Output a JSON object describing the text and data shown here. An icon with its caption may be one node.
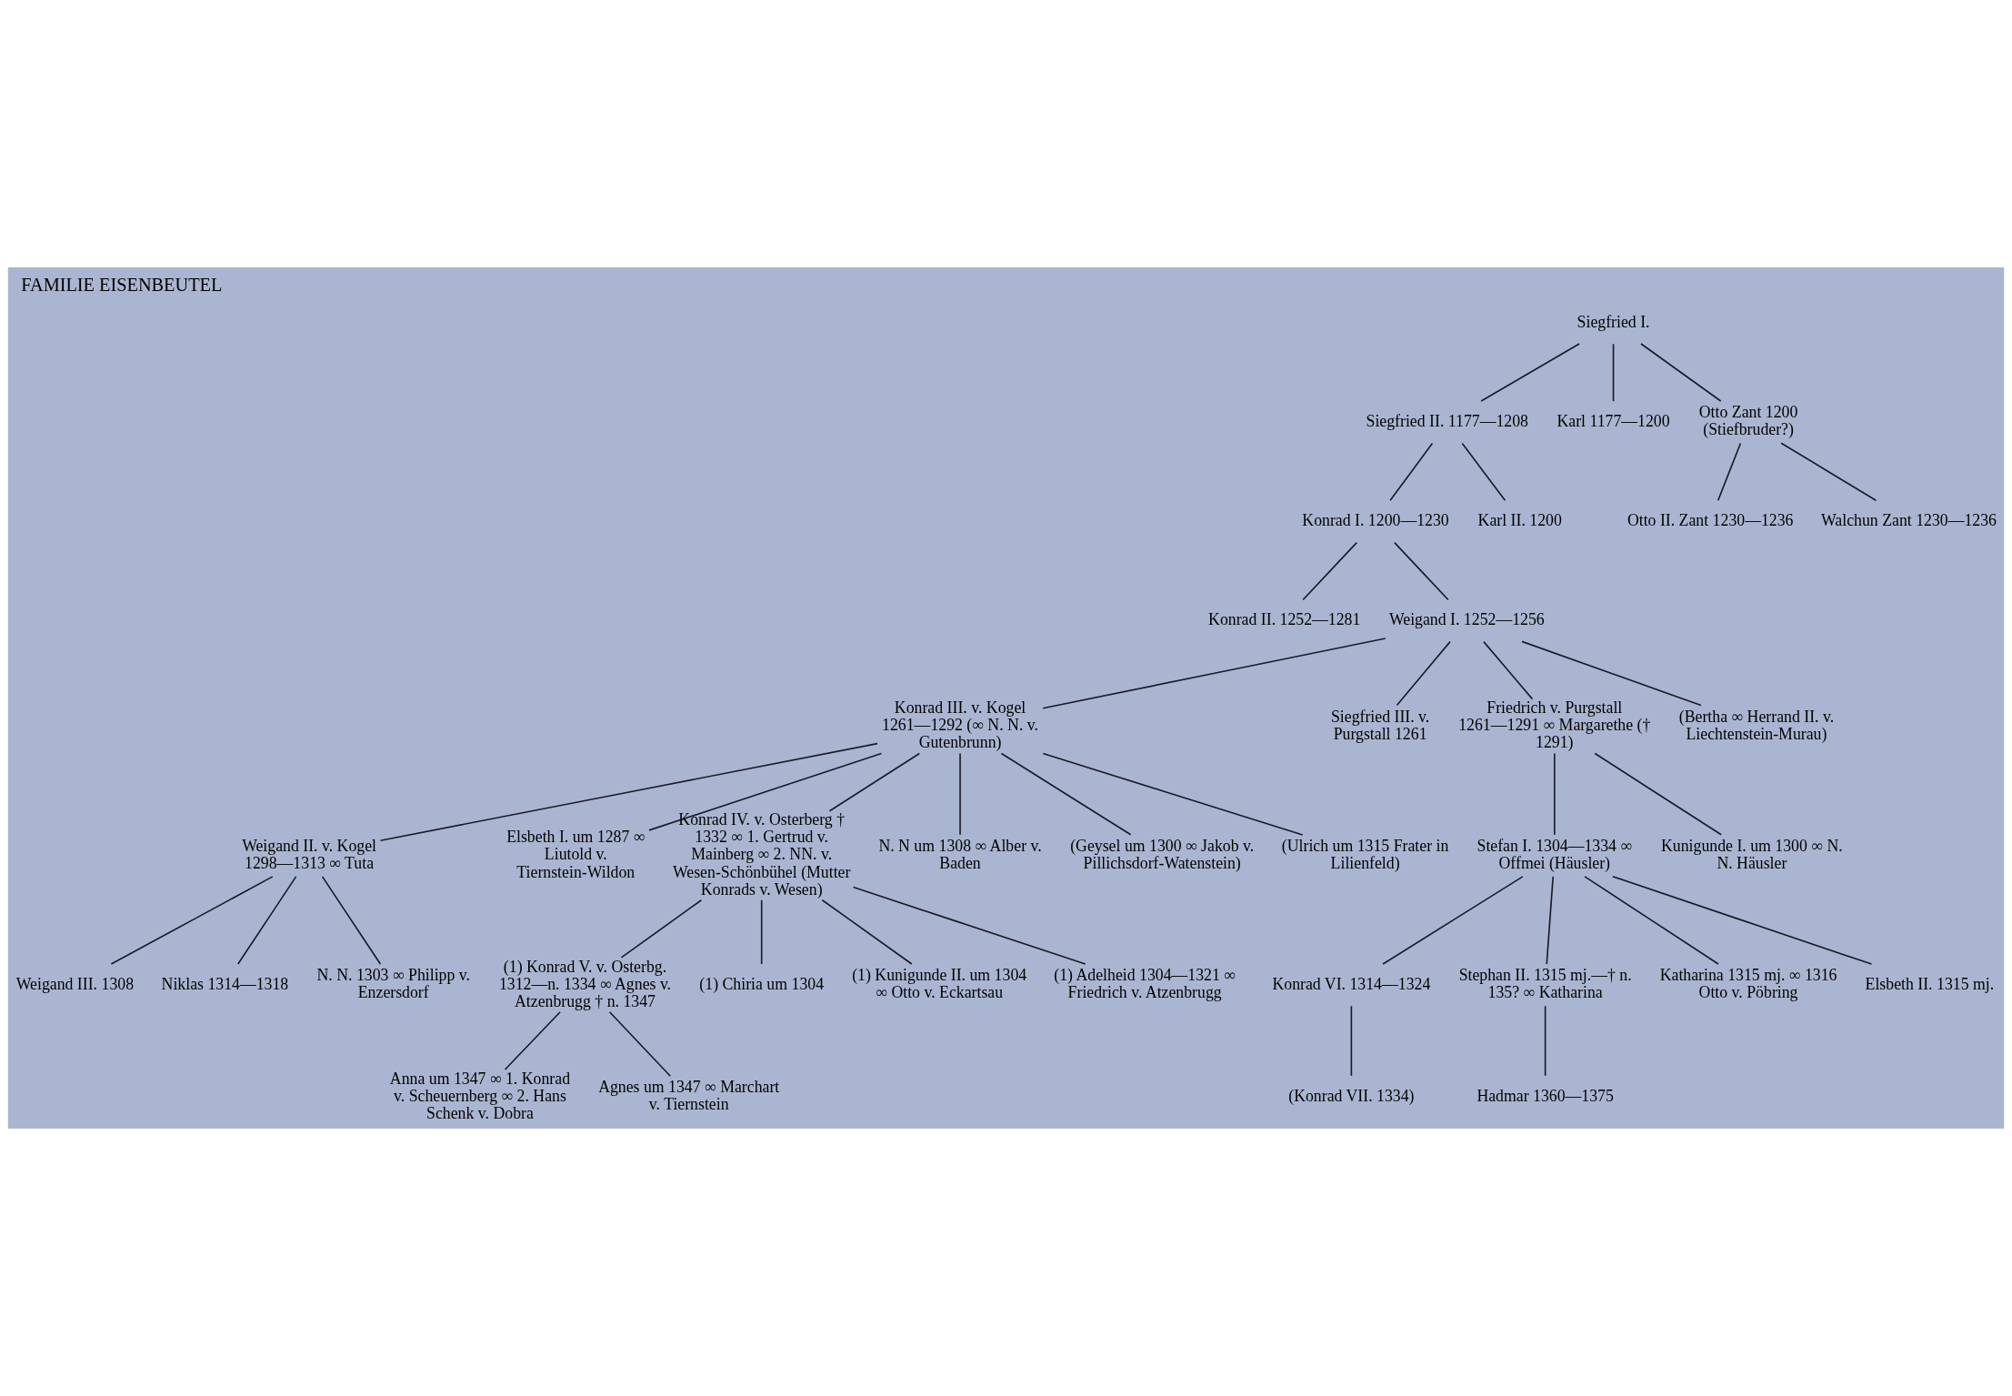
{
  "diagram": {
    "title": "FAMILIE EISENBEUTEL",
    "nodes": [
      {
        "text": [
          "Siegfried I."
        ]
      },
      {
        "text": [
          "Siegfried II. 1177—1208"
        ]
      },
      {
        "text": [
          "Karl 1177—1200"
        ]
      },
      {
        "text": [
          "Otto Zant 1200 (Stiefbruder?)"
        ]
      },
      {
        "text": [
          "Konrad I. 1200—1230"
        ]
      },
      {
        "text": [
          "Karl II. 1200"
        ]
      },
      {
        "text": [
          "Otto II. Zant 1230—1236"
        ]
      },
      {
        "text": [
          "Walchun Zant 1230—1236"
        ]
      },
      {
        "text": [
          "Konrad II. 1252—1281"
        ]
      },
      {
        "text": [
          "Weigand I. 1252—1256"
        ]
      },
      {
        "text": [
          "Konrad III. v. Kogel 1261—1292 (∞ N. N. v. Gutenbrunn)"
        ]
      },
      {
        "text": [
          "Siegfried III. v. Purgstall 1261"
        ]
      },
      {
        "text": [
          "Friedrich v. Purgstall 1261—1291 ∞ Margarethe († 1291)"
        ]
      },
      {
        "text": [
          "(Bertha ∞ Herrand II. v. Liechtenstein-Murau)"
        ]
      },
      {
        "text": [
          "Weigand II. v. Kogel 1298—1313 ∞ Tuta"
        ]
      },
      {
        "text": [
          "Elsbeth I. um 1287 ∞ Liutold v. Tiernstein-Wildon"
        ]
      },
      {
        "text": [
          "Konrad IV. v. Osterberg † 1332 ∞ 1. Gertrud v. Mainberg ∞ 2. NN. v. Wesen-Schönbühel (Mutter Konrads v. Wesen)"
        ]
      },
      {
        "text": [
          "N. N um 1308 ∞ Alber v. Baden"
        ]
      },
      {
        "text": [
          "(Geysel um 1300 ∞ Jakob v. Pillichsdorf-Watenstein)"
        ]
      },
      {
        "text": [
          "(Ulrich um 1315 Frater in Lilienfeld)"
        ]
      },
      {
        "text": [
          "Stefan I. 1304—1334 ∞ Offmei (Häusler)"
        ]
      },
      {
        "text": [
          "Kunigunde I. um 1300 ∞ N. N. Häusler"
        ]
      },
      {
        "text": [
          "Weigand III. 1308"
        ]
      },
      {
        "text": [
          "Niklas 1314—1318"
        ]
      },
      {
        "text": [
          "N. N. 1303 ∞ Philipp v. Enzersdorf"
        ]
      },
      {
        "text": [
          "(1) Konrad V. v. Osterbg. 1312—n. 1334 ∞ Agnes v. Atzenbrugg † n. 1347"
        ]
      },
      {
        "text": [
          "(1) Chiria um 1304"
        ]
      },
      {
        "text": [
          "(1) Kunigunde II. um 1304 ∞ Otto v. Eckartsau"
        ]
      },
      {
        "text": [
          "(1) Adelheid 1304—1321 ∞ Friedrich v. Atzenbrugg"
        ]
      },
      {
        "text": [
          "Konrad VI. 1314—1324"
        ]
      },
      {
        "text": [
          "Stephan II. 1315 mj.—† n. 135? ∞ Katharina"
        ]
      },
      {
        "text": [
          "Katharina 1315 mj. ∞ 1316 Otto v. Pöbring"
        ]
      },
      {
        "text": [
          "Elsbeth II. 1315 mj."
        ]
      },
      {
        "text": [
          "Anna um 1347 ∞ 1. Konrad v. Scheuernberg ∞ 2. Hans Schenk v. Dobra"
        ]
      },
      {
        "text": [
          "Agnes um 1347 ∞ Marchart v. Tiernstein"
        ]
      },
      {
        "text": [
          "(Konrad VII. 1334)"
        ]
      },
      {
        "text": [
          "Hadmar 1360—1375"
        ]
      }
    ],
    "edges": [
      {
        "from": 0,
        "to": 1,
        "arrow": "none"
      },
      {
        "from": 0,
        "to": 2,
        "arrow": "none"
      },
      {
        "from": 0,
        "to": 3,
        "arrow": "none"
      },
      {
        "from": 1,
        "to": 4,
        "arrow": "none"
      },
      {
        "from": 1,
        "to": 5,
        "arrow": "none"
      },
      {
        "from": 3,
        "to": 6,
        "arrow": "none"
      },
      {
        "from": 3,
        "to": 7,
        "arrow": "none"
      },
      {
        "from": 4,
        "to": 8,
        "arrow": "none"
      },
      {
        "from": 4,
        "to": 9,
        "arrow": "none"
      },
      {
        "from": 9,
        "to": 10,
        "arrow": "none"
      },
      {
        "from": 9,
        "to": 11,
        "arrow": "none"
      },
      {
        "from": 9,
        "to": 12,
        "arrow": "none"
      },
      {
        "from": 9,
        "to": 13,
        "arrow": "none"
      },
      {
        "from": 10,
        "to": 14,
        "arrow": "none"
      },
      {
        "from": 10,
        "to": 15,
        "arrow": "none"
      },
      {
        "from": 10,
        "to": 16,
        "arrow": "none"
      },
      {
        "from": 10,
        "to": 17,
        "arrow": "none"
      },
      {
        "from": 10,
        "to": 18,
        "arrow": "none"
      },
      {
        "from": 10,
        "to": 19,
        "arrow": "none"
      },
      {
        "from": 12,
        "to": 20,
        "arrow": "none"
      },
      {
        "from": 12,
        "to": 21,
        "arrow": "none"
      },
      {
        "from": 14,
        "to": 22,
        "arrow": "none"
      },
      {
        "from": 14,
        "to": 23,
        "arrow": "none"
      },
      {
        "from": 14,
        "to": 24,
        "arrow": "none"
      },
      {
        "from": 16,
        "to": 25,
        "arrow": "none"
      },
      {
        "from": 16,
        "to": 26,
        "arrow": "none"
      },
      {
        "from": 16,
        "to": 27,
        "arrow": "none"
      },
      {
        "from": 16,
        "to": 28,
        "arrow": "none"
      },
      {
        "from": 20,
        "to": 29,
        "arrow": "none"
      },
      {
        "from": 20,
        "to": 30,
        "arrow": "none"
      },
      {
        "from": 20,
        "to": 31,
        "arrow": "none"
      },
      {
        "from": 20,
        "to": 32,
        "arrow": "none"
      },
      {
        "from": 25,
        "to": 33,
        "arrow": "none"
      },
      {
        "from": 25,
        "to": 34,
        "arrow": "none"
      },
      {
        "from": 29,
        "to": 35,
        "arrow": "none"
      },
      {
        "from": 30,
        "to": 36,
        "arrow": "none"
      }
    ]
  }
}
